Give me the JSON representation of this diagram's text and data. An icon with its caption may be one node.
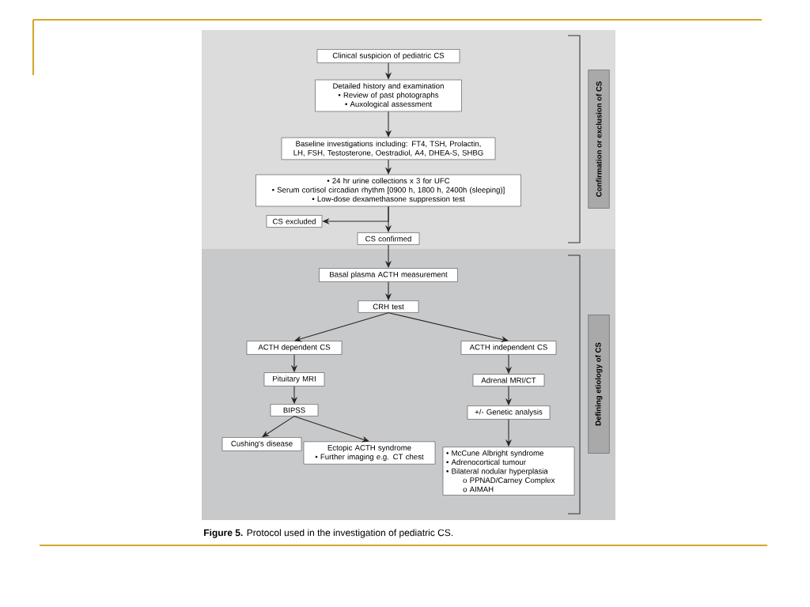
{
  "diagram": {
    "caption": "**Figure 5.** Protocol used in the investigation of pediatric CS.",
    "nodes": [
      {
        "text": [
          "Clinical suspicion of pediatric CS"
        ]
      },
      {
        "text": [
          "Detailed history and examination",
          "• Review of past photographs",
          "• Auxological assessment"
        ]
      },
      {
        "text": [
          "Baseline investigations including: FT4, TSH, Prolactin, LH, FSH, Testosterone, Oestradiol, A4, DHEA-S, SHBG"
        ]
      },
      {
        "text": [
          "• 24 hr urine collections x 3 for UFC",
          "• Serum cortisol circadian rhythm [0900 h, 1800 h, 2400h (sleeping)]",
          "• Low-dose dexamethasone suppression test"
        ]
      },
      {
        "text": [
          "CS excluded"
        ]
      },
      {
        "text": [
          "CS confirmed"
        ]
      },
      {
        "text": [
          "Confirmation or exclusion of CS"
        ]
      },
      {
        "text": [
          "Basal plasma ACTH measurement"
        ]
      },
      {
        "text": [
          "CRH test"
        ]
      },
      {
        "text": [
          "ACTH dependent CS"
        ]
      },
      {
        "text": [
          "ACTH independent CS"
        ]
      },
      {
        "text": [
          "Pituitary MRI"
        ]
      },
      {
        "text": [
          "BIPSS"
        ]
      },
      {
        "text": [
          "Cushing's disease"
        ]
      },
      {
        "text": [
          "Ectopic ACTH syndrome",
          "• Further imaging e.g. CT chest"
        ]
      },
      {
        "text": [
          "Adrenal MRI/CT"
        ]
      },
      {
        "text": [
          "+/- Genetic analysis"
        ]
      },
      {
        "text": [
          "• McCune Albright syndrome",
          "• Adrenocortical tumour",
          "• Bilateral nodular hyperplasia",
          "o PPNAD/Carney Complex",
          "o AIMAH"
        ]
      },
      {
        "text": [
          "Defining etiology of CS"
        ]
      }
    ],
    "edges": [
      {
        "from": 0,
        "to": 1,
        "arrow": "to"
      },
      {
        "from": 1,
        "to": 2,
        "arrow": "to"
      },
      {
        "from": 2,
        "to": 3,
        "arrow": "to"
      },
      {
        "from": 3,
        "to": 4,
        "arrow": "to"
      },
      {
        "from": 3,
        "to": 5,
        "arrow": "to"
      },
      {
        "from": 5,
        "to": 7,
        "arrow": "to"
      },
      {
        "from": 7,
        "to": 8,
        "arrow": "to"
      },
      {
        "from": 8,
        "to": 9,
        "arrow": "to"
      },
      {
        "from": 8,
        "to": 10,
        "arrow": "to"
      },
      {
        "from": 9,
        "to": 11,
        "arrow": "to"
      },
      {
        "from": 11,
        "to": 12,
        "arrow": "to"
      },
      {
        "from": 12,
        "to": 13,
        "arrow": "to"
      },
      {
        "from": 12,
        "to": 14,
        "arrow": "to"
      },
      {
        "from": 10,
        "to": 15,
        "arrow": "to"
      },
      {
        "from": 15,
        "to": 16,
        "arrow": "to"
      },
      {
        "from": 16,
        "to": 17,
        "arrow": "to"
      }
    ]
  }
}
